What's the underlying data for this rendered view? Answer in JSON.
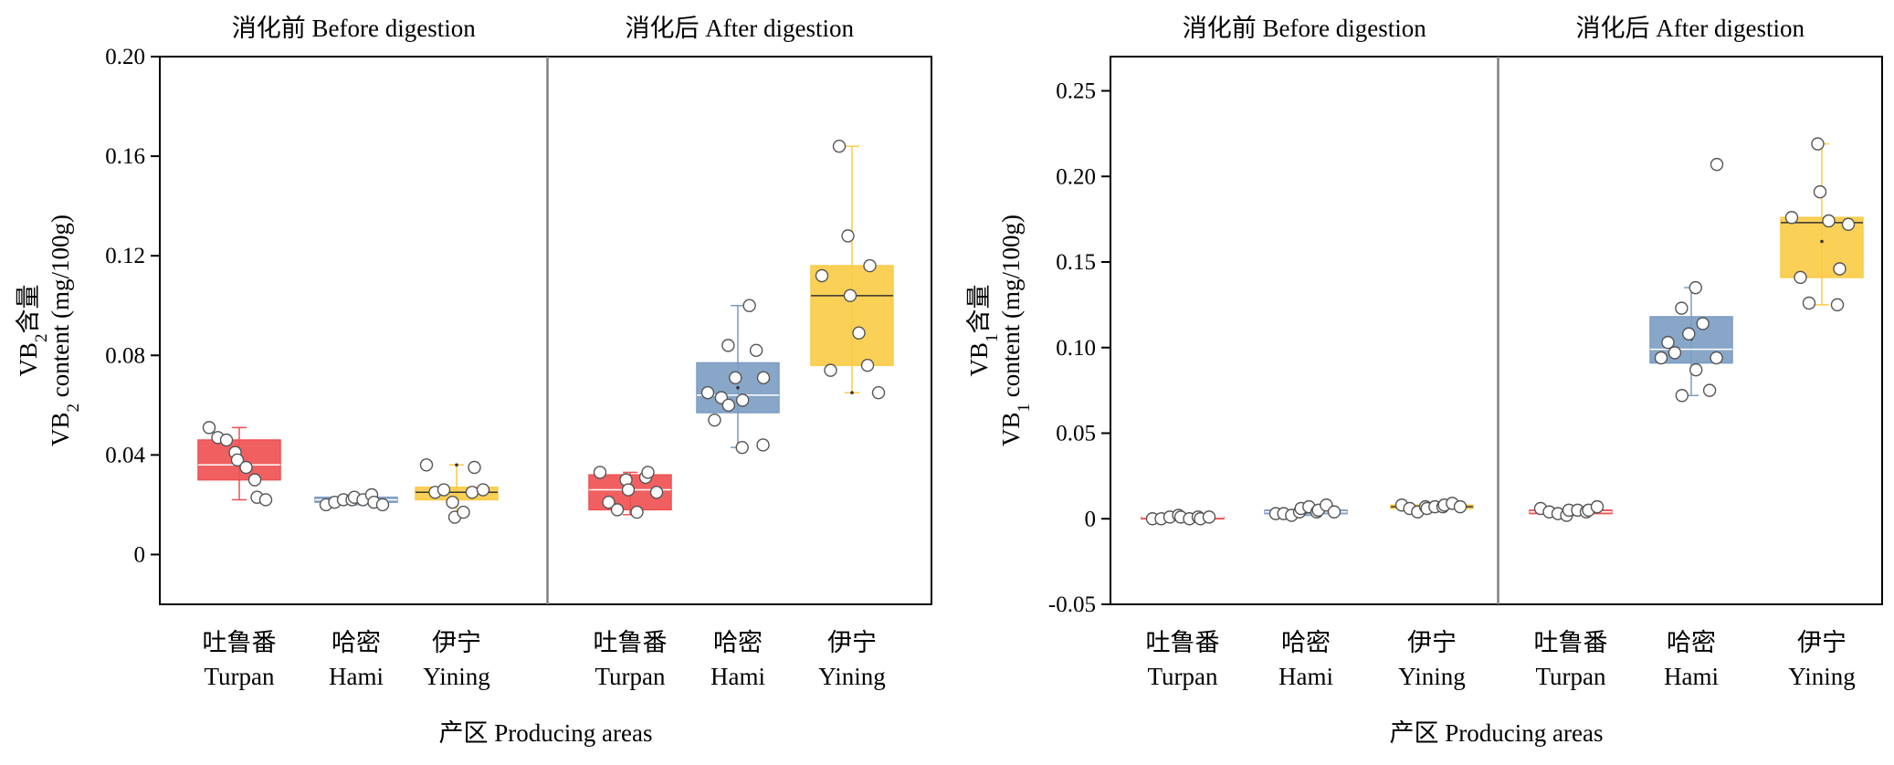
{
  "colors": {
    "turpan": "#f04f50",
    "hami": "#7b9cc2",
    "yining": "#f9cb45",
    "divider": "#808080"
  },
  "chart_data": [
    {
      "type": "box",
      "sections": [
        "消化前 Before digestion",
        "消化后 After digestion"
      ],
      "categories": [
        {
          "cn": "吐鲁番",
          "en": "Turpan"
        },
        {
          "cn": "哈密",
          "en": "Hami"
        },
        {
          "cn": "伊宁",
          "en": "Yining"
        }
      ],
      "ylabel_line1": "VB2含量",
      "ylabel_line2": "VB2 content (mg/100g)",
      "ylabel_main": "VB",
      "ylabel_sub": "2",
      "ylabel_cn": "含量",
      "ylabel_unit": " content (mg/100g)",
      "xlabel": "产区 Producing areas",
      "ylim": [
        -0.02,
        0.2
      ],
      "yticks": [
        0,
        0.04,
        0.08,
        0.12,
        0.16,
        0.2
      ],
      "ytick_labels": [
        "0",
        "0.04",
        "0.08",
        "0.12",
        "0.16",
        "0.20"
      ],
      "boxes": [
        {
          "section": 0,
          "category": "Turpan",
          "color": "turpan",
          "whisker_low": 0.022,
          "q1": 0.03,
          "median": 0.036,
          "mean": 0.037,
          "q3": 0.046,
          "whisker_high": 0.051,
          "points": [
            0.051,
            0.047,
            0.046,
            0.041,
            0.038,
            0.035,
            0.03,
            0.023,
            0.022
          ]
        },
        {
          "section": 0,
          "category": "Hami",
          "color": "hami",
          "whisker_low": 0.02,
          "q1": 0.021,
          "median": 0.022,
          "mean": 0.022,
          "q3": 0.023,
          "whisker_high": 0.024,
          "points": [
            0.02,
            0.021,
            0.022,
            0.022,
            0.023,
            0.022,
            0.024,
            0.021,
            0.02
          ]
        },
        {
          "section": 0,
          "category": "Yining",
          "color": "yining",
          "whisker_low": 0.015,
          "q1": 0.022,
          "median": 0.025,
          "mean": 0.036,
          "q3": 0.027,
          "whisker_high": 0.036,
          "points": [
            0.036,
            0.025,
            0.026,
            0.021,
            0.015,
            0.017,
            0.025,
            0.035,
            0.026
          ]
        },
        {
          "section": 1,
          "category": "Turpan",
          "color": "turpan",
          "whisker_low": 0.016,
          "q1": 0.018,
          "median": 0.026,
          "mean": 0.027,
          "q3": 0.032,
          "whisker_high": 0.033,
          "points": [
            0.033,
            0.021,
            0.018,
            0.03,
            0.026,
            0.017,
            0.031,
            0.033,
            0.025
          ]
        },
        {
          "section": 1,
          "category": "Hami",
          "color": "hami",
          "whisker_low": 0.043,
          "q1": 0.057,
          "median": 0.064,
          "mean": 0.067,
          "q3": 0.077,
          "whisker_high": 0.1,
          "points": [
            0.065,
            0.054,
            0.063,
            0.084,
            0.06,
            0.071,
            0.043,
            0.062,
            0.1,
            0.082,
            0.044,
            0.071
          ]
        },
        {
          "section": 1,
          "category": "Yining",
          "color": "yining",
          "whisker_low": 0.065,
          "q1": 0.076,
          "median": 0.104,
          "mean": 0.065,
          "q3": 0.116,
          "whisker_high": 0.164,
          "points": [
            0.112,
            0.074,
            0.164,
            0.128,
            0.104,
            0.089,
            0.076,
            0.116,
            0.065
          ]
        }
      ]
    },
    {
      "type": "box",
      "sections": [
        "消化前 Before digestion",
        "消化后 After digestion"
      ],
      "categories": [
        {
          "cn": "吐鲁番",
          "en": "Turpan"
        },
        {
          "cn": "哈密",
          "en": "Hami"
        },
        {
          "cn": "伊宁",
          "en": "Yining"
        }
      ],
      "ylabel_line1": "VB1含量",
      "ylabel_line2": "VB1 content (mg/100g)",
      "ylabel_main": "VB",
      "ylabel_sub": "1",
      "ylabel_cn": "含量",
      "ylabel_unit": " content (mg/100g)",
      "xlabel": "产区 Producing areas",
      "ylim": [
        -0.05,
        0.27
      ],
      "yticks": [
        -0.05,
        0,
        0.05,
        0.1,
        0.15,
        0.2,
        0.25
      ],
      "ytick_labels": [
        "-0.05",
        "0",
        "0.05",
        "0.10",
        "0.15",
        "0.20",
        "0.25"
      ],
      "boxes": [
        {
          "section": 0,
          "category": "Turpan",
          "color": "turpan",
          "whisker_low": 0.0,
          "q1": 0.0,
          "median": 0.001,
          "mean": 0.001,
          "q3": 0.001,
          "whisker_high": 0.002,
          "points": [
            0.0,
            0.0,
            0.001,
            0.002,
            0.001,
            0.0,
            0.001,
            0.0,
            0.001
          ]
        },
        {
          "section": 0,
          "category": "Hami",
          "color": "hami",
          "whisker_low": 0.002,
          "q1": 0.003,
          "median": 0.004,
          "mean": 0.004,
          "q3": 0.005,
          "whisker_high": 0.008,
          "points": [
            0.003,
            0.003,
            0.002,
            0.004,
            0.006,
            0.007,
            0.004,
            0.005,
            0.008,
            0.004
          ]
        },
        {
          "section": 0,
          "category": "Yining",
          "color": "yining",
          "whisker_low": 0.004,
          "q1": 0.006,
          "median": 0.007,
          "mean": 0.007,
          "q3": 0.008,
          "whisker_high": 0.009,
          "points": [
            0.008,
            0.006,
            0.004,
            0.007,
            0.006,
            0.007,
            0.007,
            0.008,
            0.009,
            0.007
          ]
        },
        {
          "section": 1,
          "category": "Turpan",
          "color": "turpan",
          "whisker_low": 0.002,
          "q1": 0.003,
          "median": 0.004,
          "mean": 0.004,
          "q3": 0.005,
          "whisker_high": 0.007,
          "points": [
            0.006,
            0.004,
            0.003,
            0.002,
            0.005,
            0.005,
            0.004,
            0.005,
            0.007
          ]
        },
        {
          "section": 1,
          "category": "Hami",
          "color": "hami",
          "whisker_low": 0.072,
          "q1": 0.091,
          "median": 0.099,
          "mean": 0.105,
          "q3": 0.118,
          "whisker_high": 0.135,
          "points": [
            0.094,
            0.103,
            0.097,
            0.123,
            0.072,
            0.108,
            0.135,
            0.087,
            0.114,
            0.075,
            0.094,
            0.207
          ]
        },
        {
          "section": 1,
          "category": "Yining",
          "color": "yining",
          "whisker_low": 0.125,
          "q1": 0.141,
          "median": 0.173,
          "mean": 0.162,
          "q3": 0.176,
          "whisker_high": 0.219,
          "points": [
            0.176,
            0.141,
            0.126,
            0.219,
            0.191,
            0.174,
            0.125,
            0.146,
            0.172
          ]
        }
      ]
    }
  ]
}
